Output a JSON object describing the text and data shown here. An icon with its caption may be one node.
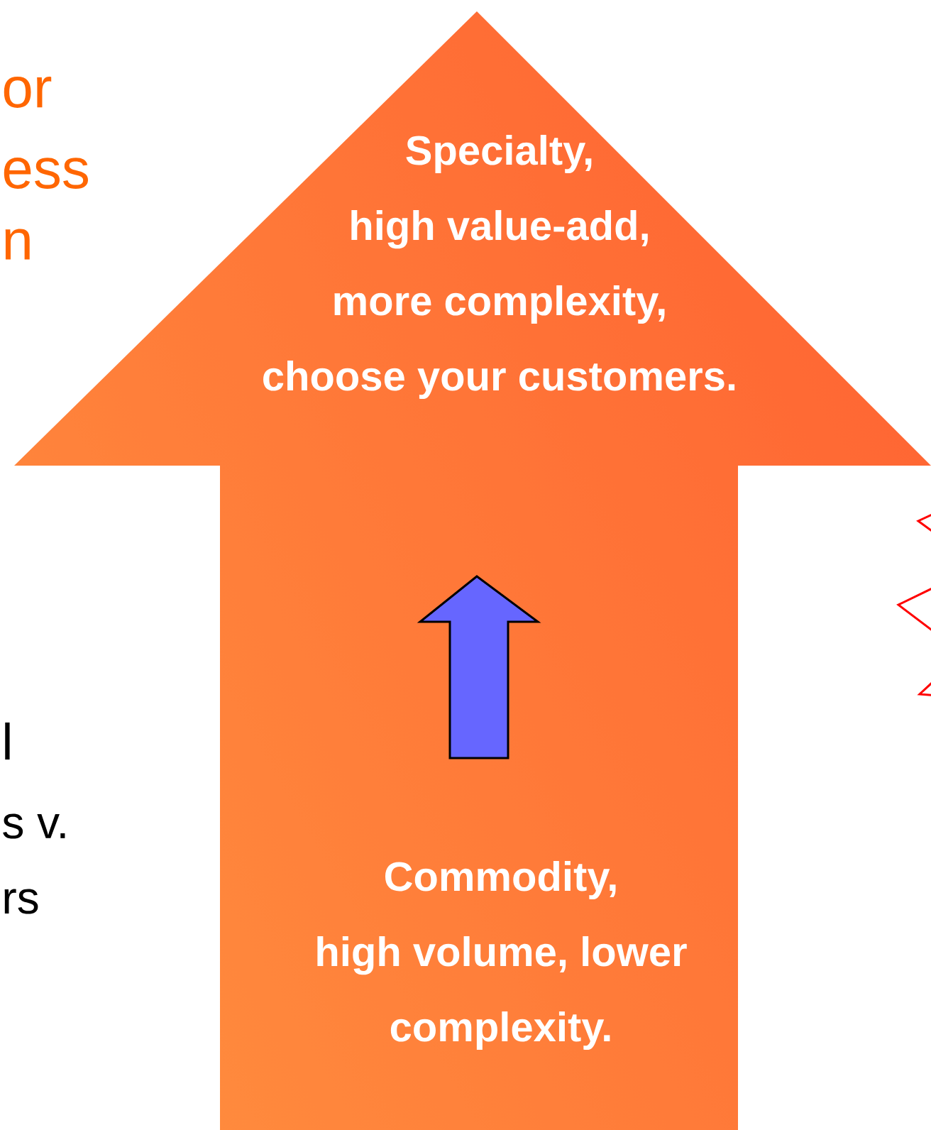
{
  "diagram": {
    "nodes": [
      {
        "text": [
          "Specialty, high value-add, more complexity, choose your customers.",
          "Commodity, high volume, lower complexity."
        ]
      }
    ],
    "labels": [
      "or",
      "ess",
      "n",
      "l",
      "s v.",
      "rs"
    ]
  }
}
